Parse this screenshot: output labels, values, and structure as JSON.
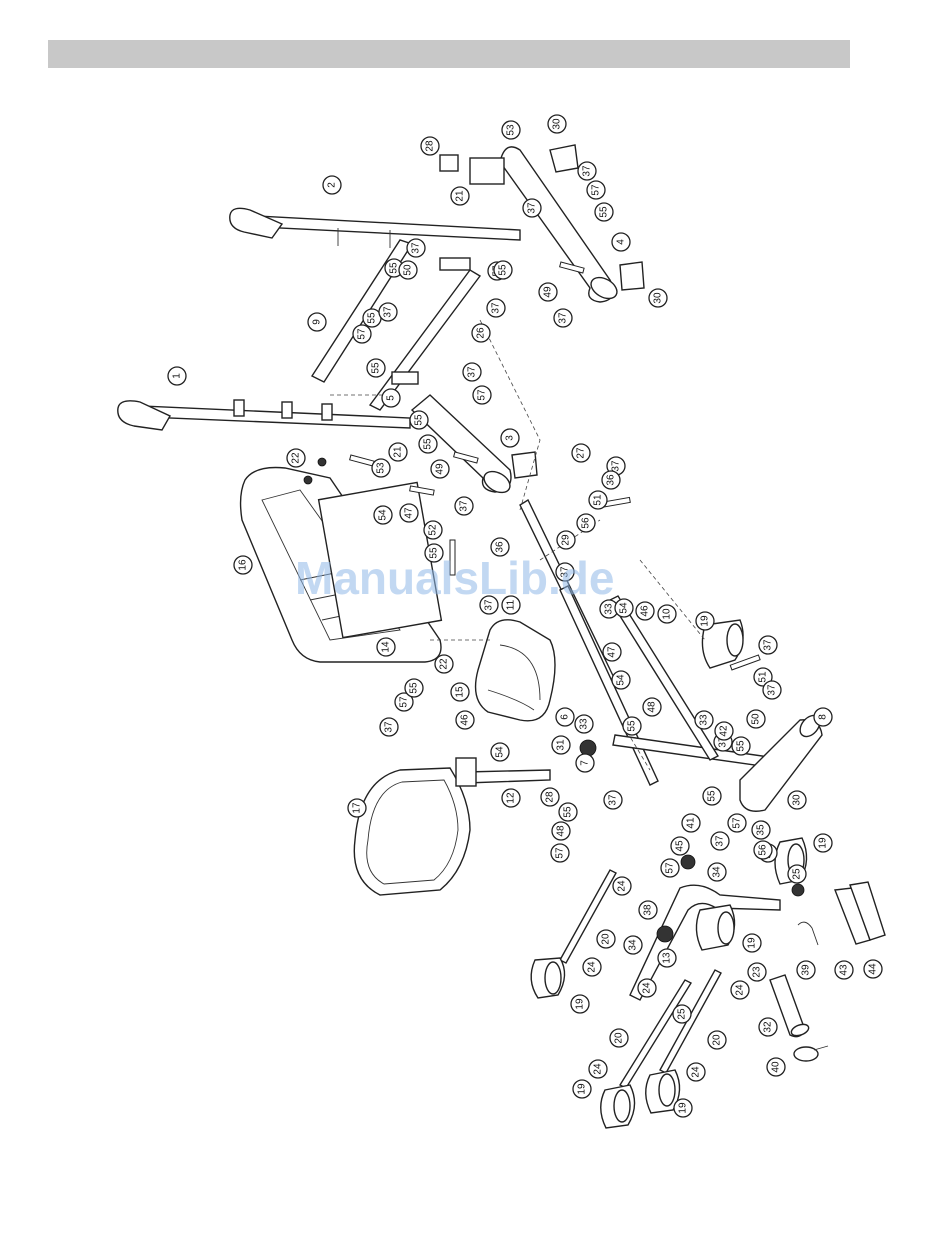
{
  "header": {
    "bar_color": "#c8c8c8"
  },
  "watermark": {
    "text": "ManualsLib.de",
    "color": "#8fb8e8"
  },
  "parts": [
    "1",
    "2",
    "3",
    "4",
    "5",
    "6",
    "7",
    "8",
    "9",
    "10",
    "11",
    "12",
    "13",
    "14",
    "15",
    "16",
    "17",
    "19",
    "20",
    "21",
    "22",
    "23",
    "24",
    "25",
    "26",
    "27",
    "28",
    "29",
    "30",
    "31",
    "32",
    "33",
    "34",
    "35",
    "36",
    "37",
    "38",
    "39",
    "40",
    "41",
    "42",
    "43",
    "44",
    "45",
    "46",
    "47",
    "48",
    "49",
    "50",
    "51",
    "52",
    "53",
    "54",
    "55",
    "56",
    "57"
  ],
  "callouts": [
    {
      "label": "53"
    },
    {
      "label": "30"
    },
    {
      "label": "28"
    },
    {
      "label": "37"
    },
    {
      "label": "2"
    },
    {
      "label": "57"
    },
    {
      "label": "21"
    },
    {
      "label": "37"
    },
    {
      "label": "55"
    },
    {
      "label": "4"
    },
    {
      "label": "37"
    },
    {
      "label": "55"
    },
    {
      "label": "50"
    },
    {
      "label": "57"
    },
    {
      "label": "55"
    },
    {
      "label": "49"
    },
    {
      "label": "30"
    },
    {
      "label": "37"
    },
    {
      "label": "9"
    },
    {
      "label": "55"
    },
    {
      "label": "37"
    },
    {
      "label": "57"
    },
    {
      "label": "26"
    },
    {
      "label": "37"
    },
    {
      "label": "55"
    },
    {
      "label": "37"
    },
    {
      "label": "1"
    },
    {
      "label": "5"
    },
    {
      "label": "57"
    },
    {
      "label": "55"
    },
    {
      "label": "3"
    },
    {
      "label": "21"
    },
    {
      "label": "55"
    },
    {
      "label": "22"
    },
    {
      "label": "53"
    },
    {
      "label": "49"
    },
    {
      "label": "37"
    },
    {
      "label": "27"
    },
    {
      "label": "37"
    },
    {
      "label": "36"
    },
    {
      "label": "51"
    },
    {
      "label": "54"
    },
    {
      "label": "47"
    },
    {
      "label": "16"
    },
    {
      "label": "52"
    },
    {
      "label": "55"
    },
    {
      "label": "56"
    },
    {
      "label": "36"
    },
    {
      "label": "29"
    },
    {
      "label": "37"
    },
    {
      "label": "11"
    },
    {
      "label": "37"
    },
    {
      "label": "33"
    },
    {
      "label": "54"
    },
    {
      "label": "46"
    },
    {
      "label": "10"
    },
    {
      "label": "19"
    },
    {
      "label": "14"
    },
    {
      "label": "22"
    },
    {
      "label": "37"
    },
    {
      "label": "47"
    },
    {
      "label": "54"
    },
    {
      "label": "15"
    },
    {
      "label": "51"
    },
    {
      "label": "57"
    },
    {
      "label": "55"
    },
    {
      "label": "37"
    },
    {
      "label": "37"
    },
    {
      "label": "6"
    },
    {
      "label": "33"
    },
    {
      "label": "48"
    },
    {
      "label": "33"
    },
    {
      "label": "46"
    },
    {
      "label": "54"
    },
    {
      "label": "8"
    },
    {
      "label": "50"
    },
    {
      "label": "37"
    },
    {
      "label": "42"
    },
    {
      "label": "31"
    },
    {
      "label": "55"
    },
    {
      "label": "55"
    },
    {
      "label": "7"
    },
    {
      "label": "12"
    },
    {
      "label": "28"
    },
    {
      "label": "17"
    },
    {
      "label": "55"
    },
    {
      "label": "30"
    },
    {
      "label": "48"
    },
    {
      "label": "56"
    },
    {
      "label": "55"
    },
    {
      "label": "41"
    },
    {
      "label": "57"
    },
    {
      "label": "57"
    },
    {
      "label": "37"
    },
    {
      "label": "35"
    },
    {
      "label": "37"
    },
    {
      "label": "45"
    },
    {
      "label": "56"
    },
    {
      "label": "19"
    },
    {
      "label": "57"
    },
    {
      "label": "34"
    },
    {
      "label": "24"
    },
    {
      "label": "25"
    },
    {
      "label": "38"
    },
    {
      "label": "20"
    },
    {
      "label": "34"
    },
    {
      "label": "13"
    },
    {
      "label": "19"
    },
    {
      "label": "23"
    },
    {
      "label": "39"
    },
    {
      "label": "43"
    },
    {
      "label": "44"
    },
    {
      "label": "24"
    },
    {
      "label": "24"
    },
    {
      "label": "24"
    },
    {
      "label": "19"
    },
    {
      "label": "25"
    },
    {
      "label": "32"
    },
    {
      "label": "20"
    },
    {
      "label": "20"
    },
    {
      "label": "24"
    },
    {
      "label": "40"
    },
    {
      "label": "24"
    },
    {
      "label": "19"
    },
    {
      "label": "19"
    }
  ]
}
